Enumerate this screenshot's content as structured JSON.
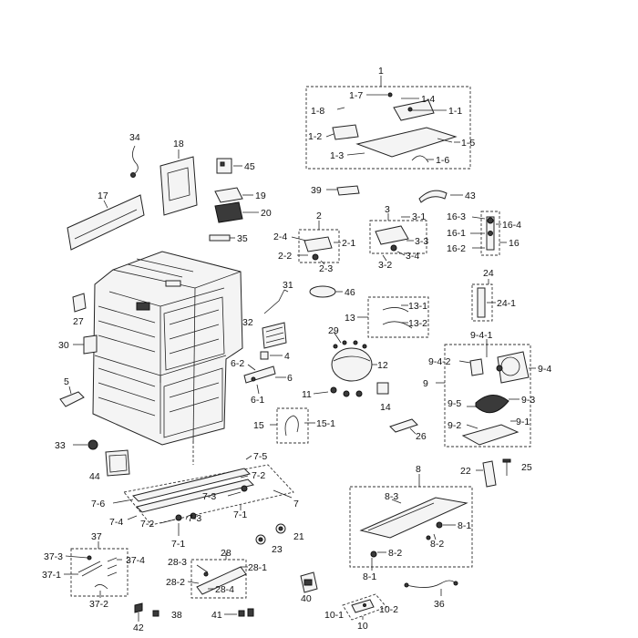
{
  "labels": {
    "p1": "1",
    "p1_7": "1-7",
    "p1_4": "1-4",
    "p1_8": "1-8",
    "p1_1": "1-1",
    "p1_2": "1-2",
    "p1_5": "1-5",
    "p1_3": "1-3",
    "p1_6": "1-6",
    "p34": "34",
    "p18": "18",
    "p45": "45",
    "p17": "17",
    "p19": "19",
    "p20": "20",
    "p35": "35",
    "p39": "39",
    "p43": "43",
    "p2": "2",
    "p2_4": "2-4",
    "p2_1": "2-1",
    "p2_2": "2-2",
    "p2_3": "2-3",
    "p3": "3",
    "p3_1": "3-1",
    "p3_3": "3-3",
    "p3_4": "3-4",
    "p3_2": "3-2",
    "p16_3": "16-3",
    "p16_4": "16-4",
    "p16_1": "16-1",
    "p16": "16",
    "p16_2": "16-2",
    "p24": "24",
    "p24_1": "24-1",
    "p31": "31",
    "p46": "46",
    "p27": "27",
    "p32": "32",
    "p13": "13",
    "p13_1": "13-1",
    "p13_2": "13-2",
    "p29": "29",
    "p12": "12",
    "p11": "11",
    "p14": "14",
    "p30": "30",
    "p4": "4",
    "p5": "5",
    "p6_2": "6-2",
    "p6": "6",
    "p6_1": "6-1",
    "p9_4_1": "9-4-1",
    "p9_4_2": "9-4-2",
    "p9_4": "9-4",
    "p9": "9",
    "p9_5": "9-5",
    "p9_3": "9-3",
    "p9_2": "9-2",
    "p9_1": "9-1",
    "p15": "15",
    "p15_1": "15-1",
    "p26": "26",
    "p33": "33",
    "p44": "44",
    "p7_5": "7-5",
    "p7_2a": "7-2",
    "p7_6": "7-6",
    "p7_3a": "7-3",
    "p7": "7",
    "p7_1a": "7-1",
    "p7_4": "7-4",
    "p7_2b": "7-2",
    "p7_3b": "7-3",
    "p7_1b": "7-1",
    "p22": "22",
    "p25": "25",
    "p8": "8",
    "p8_3": "8-3",
    "p8_1a": "8-1",
    "p8_2a": "8-2",
    "p8_2b": "8-2",
    "p8_1b": "8-1",
    "p21": "21",
    "p23": "23",
    "p37": "37",
    "p37_3": "37-3",
    "p37_4": "37-4",
    "p37_1": "37-1",
    "p37_2": "37-2",
    "p28": "28",
    "p28_3": "28-3",
    "p28_1": "28-1",
    "p28_2": "28-2",
    "p28_4": "28-4",
    "p40": "40",
    "p36": "36",
    "p38": "38",
    "p41": "41",
    "p42": "42",
    "p10_1": "10-1",
    "p10_2": "10-2",
    "p10": "10"
  }
}
